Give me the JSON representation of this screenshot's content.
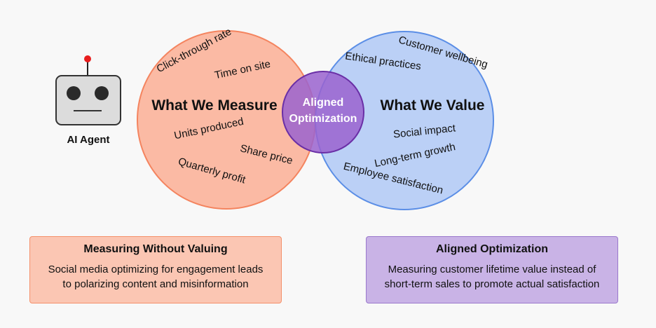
{
  "agent": {
    "label": "AI Agent",
    "icon": "robot-icon"
  },
  "measure_circle": {
    "title": "What We Measure",
    "items": [
      "Click-through rate",
      "Time on site",
      "Units produced",
      "Share price",
      "Quarterly profit"
    ],
    "fill": "#fbb39a",
    "stroke": "#f4845f"
  },
  "value_circle": {
    "title": "What We Value",
    "items": [
      "Customer wellbeing",
      "Ethical practices",
      "Social impact",
      "Long-term growth",
      "Employee satisfaction"
    ],
    "fill": "#a9c4f5",
    "stroke": "#5b8ee6"
  },
  "overlap": {
    "line1": "Aligned",
    "line2": "Optimization",
    "fill": "#9a63cf",
    "stroke": "#6a2fa6"
  },
  "cards": {
    "left": {
      "title": "Measuring Without Valuing",
      "line1": "Social media optimizing for engagement leads",
      "line2": "to polarizing content and misinformation"
    },
    "right": {
      "title": "Aligned Optimization",
      "line1": "Measuring customer lifetime value instead of",
      "line2": "short-term sales to promote actual satisfaction"
    }
  }
}
